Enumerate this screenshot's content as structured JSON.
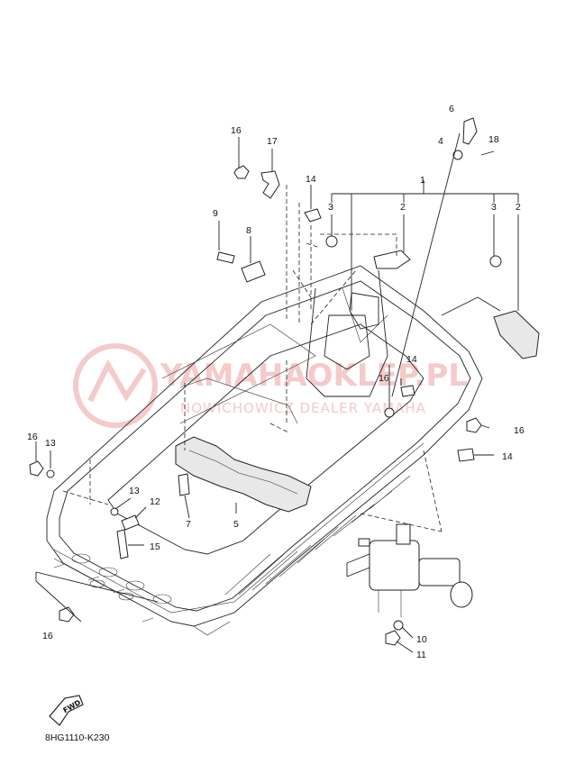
{
  "diagram": {
    "code": "8HG1110-K230",
    "watermark": {
      "line1": "YAMAHAOKLEP.PL",
      "line2": "NOWICHOWICZ DEALER YAMAHA"
    },
    "fwd_label": "FWD",
    "callouts": [
      {
        "id": "c1",
        "label": "1"
      },
      {
        "id": "c2a",
        "label": "2"
      },
      {
        "id": "c2b",
        "label": "2"
      },
      {
        "id": "c3a",
        "label": "3"
      },
      {
        "id": "c3b",
        "label": "3"
      },
      {
        "id": "c4",
        "label": "4"
      },
      {
        "id": "c5",
        "label": "5"
      },
      {
        "id": "c6",
        "label": "6"
      },
      {
        "id": "c7",
        "label": "7"
      },
      {
        "id": "c8",
        "label": "8"
      },
      {
        "id": "c9",
        "label": "9"
      },
      {
        "id": "c10",
        "label": "10"
      },
      {
        "id": "c11",
        "label": "11"
      },
      {
        "id": "c12",
        "label": "12"
      },
      {
        "id": "c13a",
        "label": "13"
      },
      {
        "id": "c13b",
        "label": "13"
      },
      {
        "id": "c14a",
        "label": "14"
      },
      {
        "id": "c14b",
        "label": "14"
      },
      {
        "id": "c14c",
        "label": "14"
      },
      {
        "id": "c15",
        "label": "15"
      },
      {
        "id": "c16a",
        "label": "16"
      },
      {
        "id": "c16b",
        "label": "16"
      },
      {
        "id": "c16c",
        "label": "16"
      },
      {
        "id": "c16d",
        "label": "16"
      },
      {
        "id": "c16e",
        "label": "16"
      },
      {
        "id": "c17",
        "label": "17"
      },
      {
        "id": "c18",
        "label": "18"
      }
    ]
  }
}
